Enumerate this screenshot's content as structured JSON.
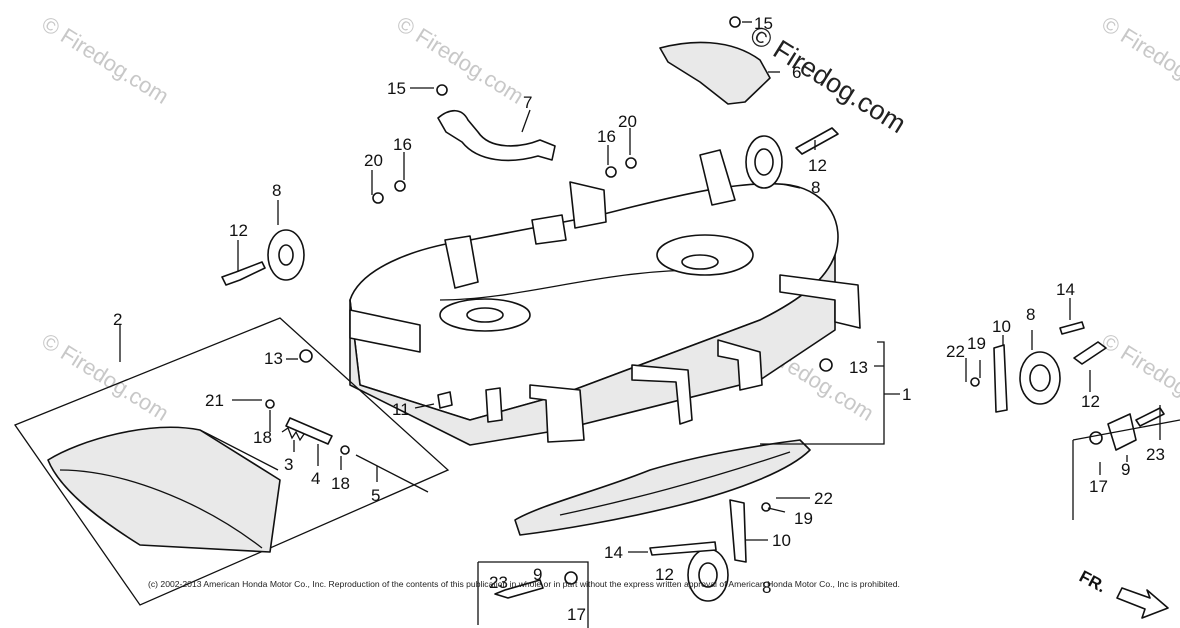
{
  "watermark": {
    "text": "Firedog.com",
    "copyright_symbol": "©"
  },
  "copyright": "(c) 2002-2013 American Honda Motor Co., Inc. Reproduction of the contents of this publication in whole or in part without the express written approval of American Honda Motor Co., Inc is prohibited.",
  "direction": {
    "label": "FR."
  },
  "callouts": [
    {
      "id": "c1",
      "num": "1"
    },
    {
      "id": "c2",
      "num": "2"
    },
    {
      "id": "c3",
      "num": "3"
    },
    {
      "id": "c4",
      "num": "4"
    },
    {
      "id": "c5",
      "num": "5"
    },
    {
      "id": "c6",
      "num": "6"
    },
    {
      "id": "c7",
      "num": "7"
    },
    {
      "id": "c8a",
      "num": "8"
    },
    {
      "id": "c8b",
      "num": "8"
    },
    {
      "id": "c8c",
      "num": "8"
    },
    {
      "id": "c8d",
      "num": "8"
    },
    {
      "id": "c9a",
      "num": "9"
    },
    {
      "id": "c9b",
      "num": "9"
    },
    {
      "id": "c10a",
      "num": "10"
    },
    {
      "id": "c10b",
      "num": "10"
    },
    {
      "id": "c11",
      "num": "11"
    },
    {
      "id": "c12a",
      "num": "12"
    },
    {
      "id": "c12b",
      "num": "12"
    },
    {
      "id": "c12c",
      "num": "12"
    },
    {
      "id": "c12d",
      "num": "12"
    },
    {
      "id": "c13a",
      "num": "13"
    },
    {
      "id": "c13b",
      "num": "13"
    },
    {
      "id": "c14a",
      "num": "14"
    },
    {
      "id": "c14b",
      "num": "14"
    },
    {
      "id": "c15a",
      "num": "15"
    },
    {
      "id": "c15b",
      "num": "15"
    },
    {
      "id": "c16a",
      "num": "16"
    },
    {
      "id": "c16b",
      "num": "16"
    },
    {
      "id": "c17a",
      "num": "17"
    },
    {
      "id": "c17b",
      "num": "17"
    },
    {
      "id": "c18a",
      "num": "18"
    },
    {
      "id": "c18b",
      "num": "18"
    },
    {
      "id": "c19a",
      "num": "19"
    },
    {
      "id": "c19b",
      "num": "19"
    },
    {
      "id": "c20a",
      "num": "20"
    },
    {
      "id": "c20b",
      "num": "20"
    },
    {
      "id": "c21",
      "num": "21"
    },
    {
      "id": "c22a",
      "num": "22"
    },
    {
      "id": "c22b",
      "num": "22"
    },
    {
      "id": "c23a",
      "num": "23"
    },
    {
      "id": "c23b",
      "num": "23"
    }
  ]
}
